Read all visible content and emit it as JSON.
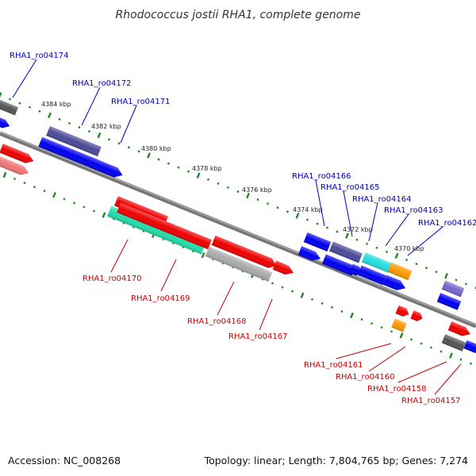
{
  "header": {
    "title": "Rhodococcus jostii RHA1, complete genome"
  },
  "footer": {
    "accession": "Accession: NC_008268",
    "summary": "Topology: linear; Length: 7,804,765 bp; Genes: 7,274"
  },
  "ticks": [
    "4384 kbp",
    "4382 kbp",
    "4380 kbp",
    "4378 kbp",
    "4376 kbp",
    "4374 kbp",
    "4372 kbp",
    "4370 kbp"
  ],
  "genes_top": [
    "RHA1_ro04174",
    "RHA1_ro04172",
    "RHA1_ro04171",
    "RHA1_ro04166",
    "RHA1_ro04165",
    "RHA1_ro04164",
    "RHA1_ro04163",
    "RHA1_ro04162"
  ],
  "genes_bottom": [
    "RHA1_ro04170",
    "RHA1_ro04169",
    "RHA1_ro04168",
    "RHA1_ro04167",
    "RHA1_ro04161",
    "RHA1_ro04160",
    "RHA1_ro04158",
    "RHA1_ro04157"
  ],
  "colors": {
    "top_label": "#0000bb",
    "bottom_label": "#cc0000",
    "backbone": "#7a7a7a",
    "tick": "#228822",
    "blue": "#0000ee",
    "navy": "#4a4a9a",
    "red": "#ee0000",
    "gray": "#aaaaaa",
    "darkgray": "#555555",
    "green": "#22ddaa",
    "cyan": "#22dddd",
    "orange": "#ff9900",
    "pink": "#ee7777",
    "purple": "#7766cc"
  }
}
